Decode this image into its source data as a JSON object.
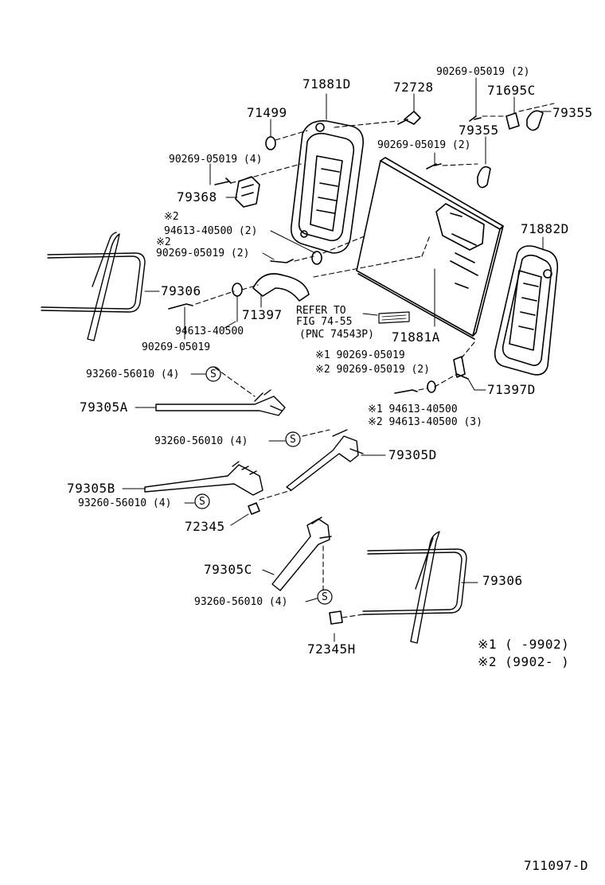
{
  "labels": {
    "p71881d": "71881D",
    "p72728": "72728",
    "p71499": "71499",
    "p90269_top_2": "90269-05019 (2)",
    "p71695c": "71695C",
    "p79355_a": "79355",
    "p79355_b": "79355",
    "p90269_mid_2": "90269-05019 (2)",
    "p90269_4": "90269-05019 (4)",
    "p79368": "79368",
    "m2_a": "※2",
    "p94613_2": "94613-40500 (2)",
    "m2_b": "※2",
    "p90269_2b": "90269-05019 (2)",
    "p71882d": "71882D",
    "p79306_a": "79306",
    "p71397": "71397",
    "p94613": "94613-40500",
    "p90269_single": "90269-05019",
    "refer_1": "REFER TO",
    "refer_2": "FIG 74-55",
    "refer_3": "(PNC 74543P)",
    "p71881a": "71881A",
    "n1_90269": "※1 90269-05019",
    "n2_90269": "※2 90269-05019 (2)",
    "p71397d": "71397D",
    "p93260_a": "93260-56010 (4)",
    "p79305a": "79305A",
    "n1_94613": "※1 94613-40500",
    "n2_94613": "※2 94613-40500 (3)",
    "p93260_b": "93260-56010 (4)",
    "p79305d": "79305D",
    "p79305b": "79305B",
    "p93260_c": "93260-56010 (4)",
    "p72345": "72345",
    "p79305c": "79305C",
    "p79306_b": "79306",
    "p93260_d": "93260-56010 (4)",
    "p72345h": "72345H",
    "legend1": "※1 (      -9902)",
    "legend2": "※2 (9902-      )",
    "figure_id": "711097-D",
    "s_symbol": "S"
  }
}
